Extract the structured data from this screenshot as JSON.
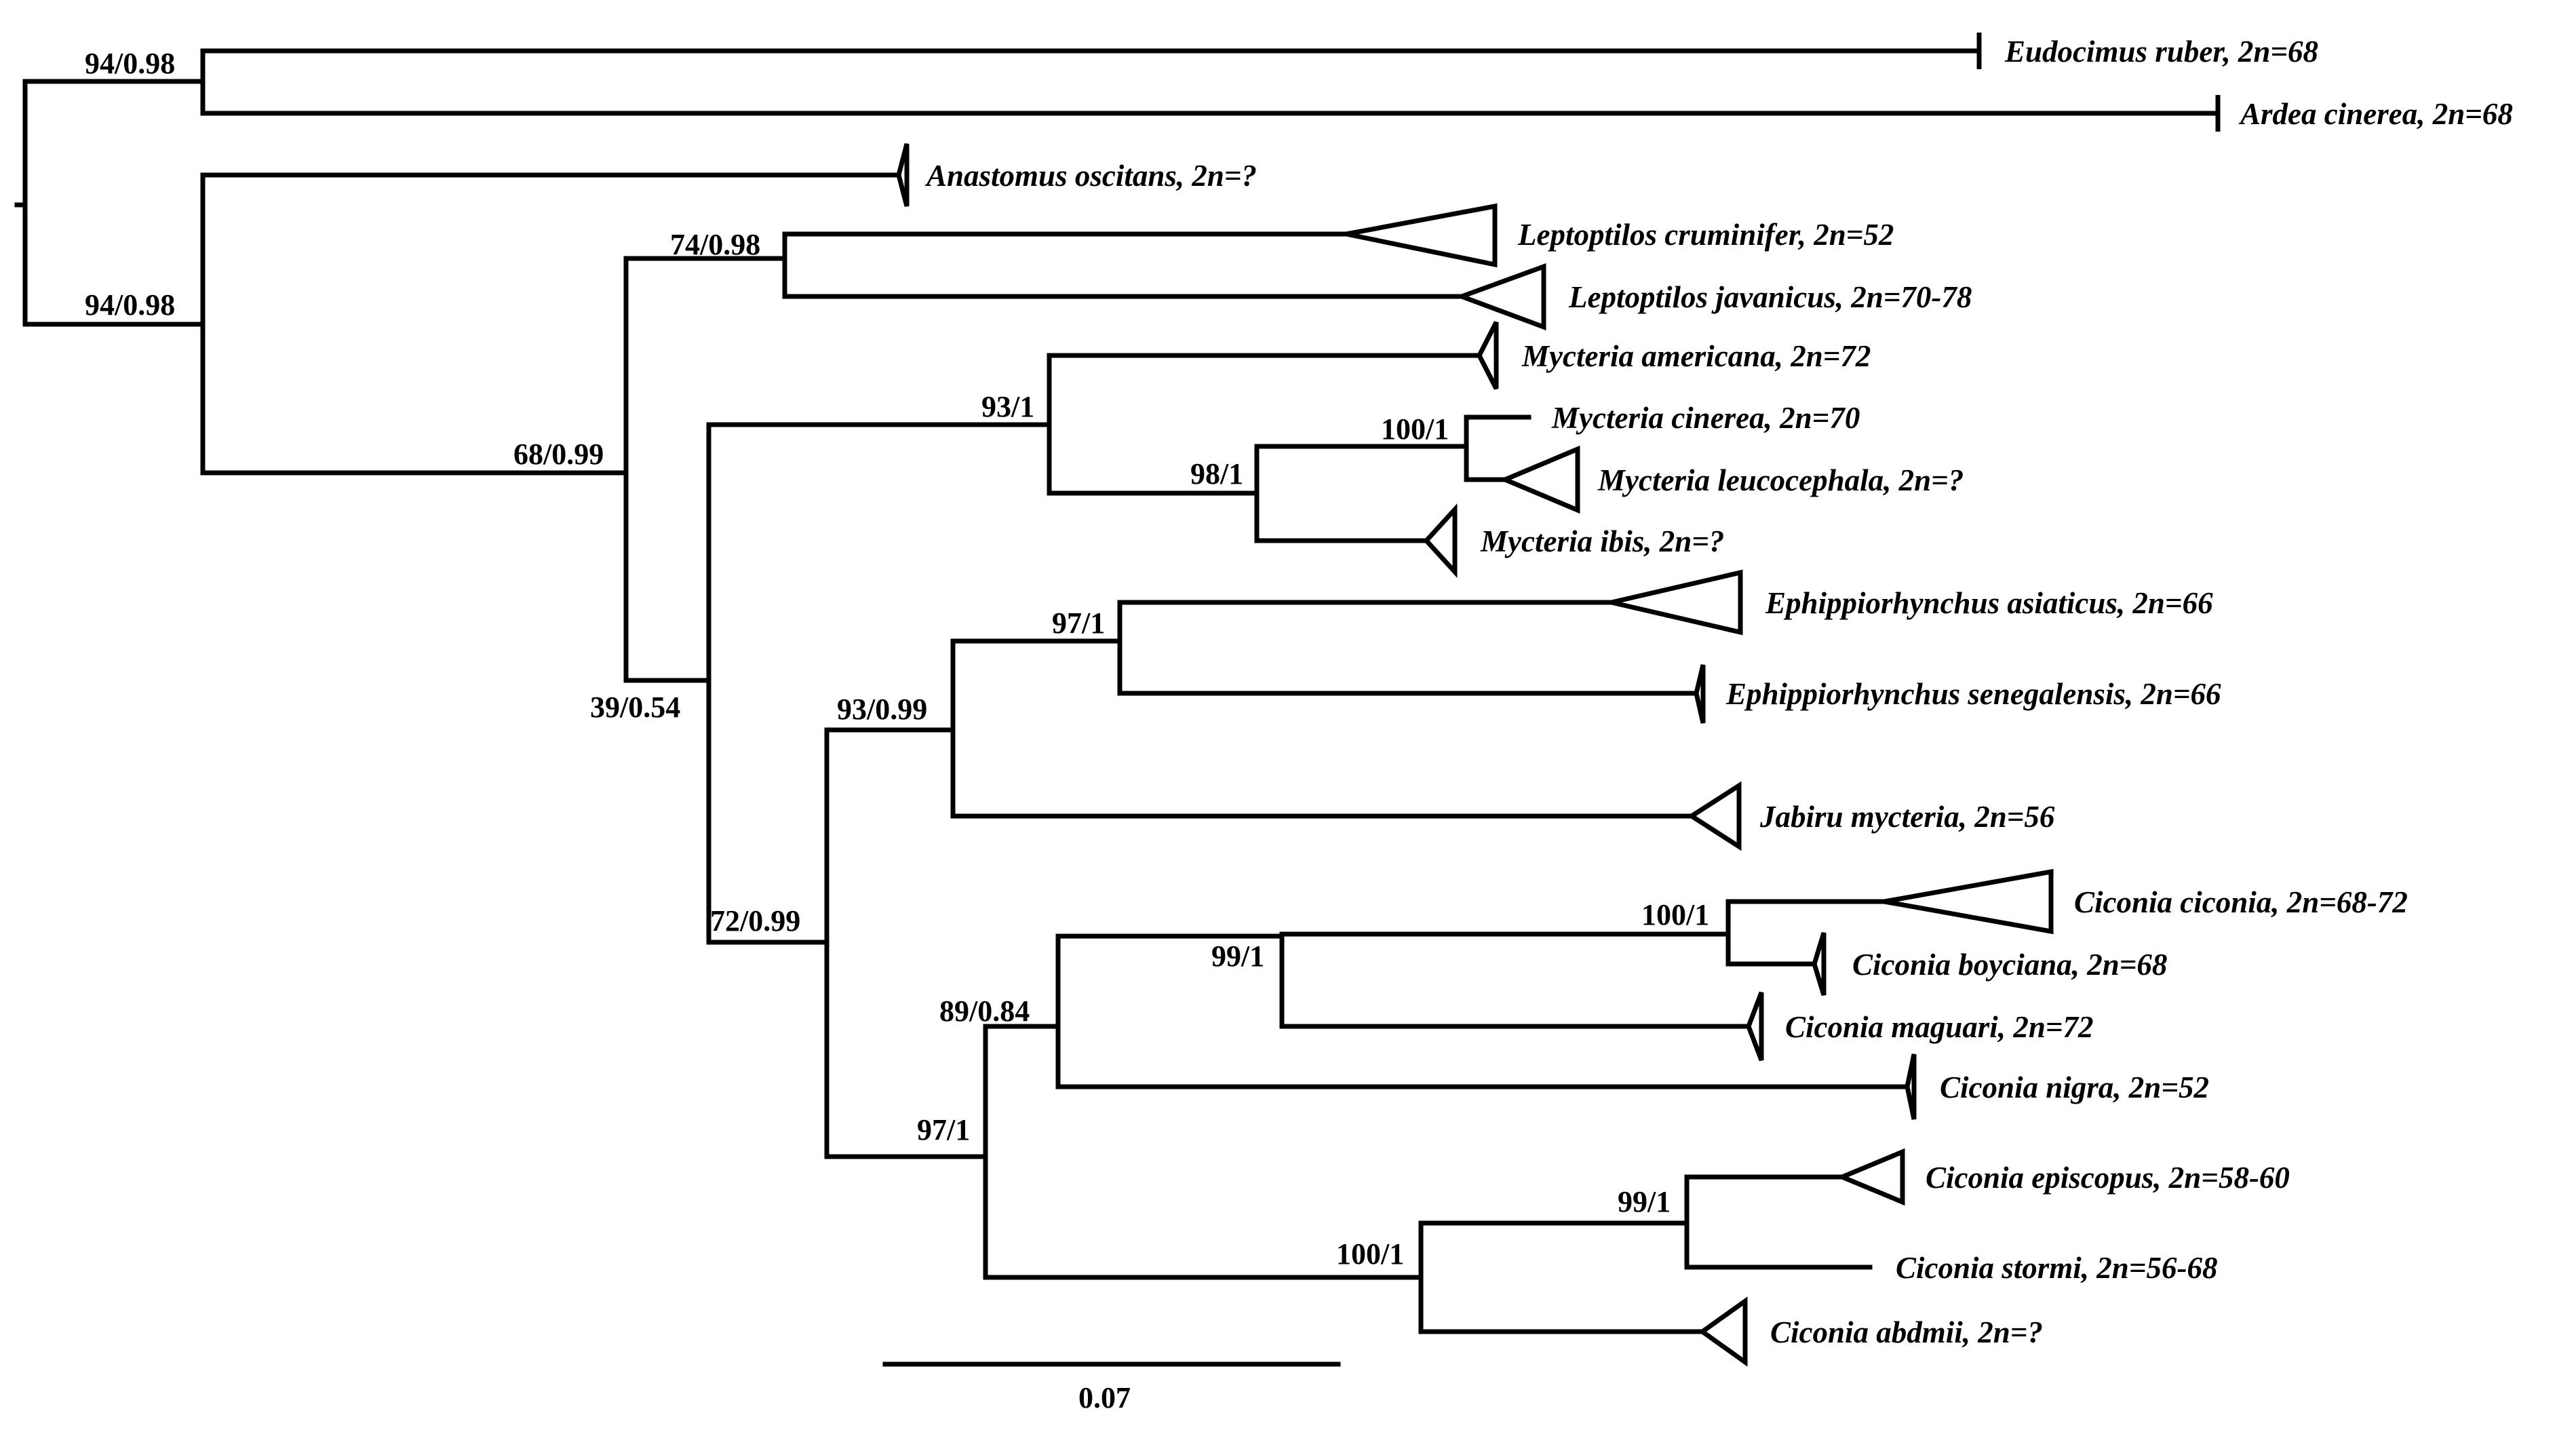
{
  "taxa": [
    "Eudocimus ruber, 2n=68",
    "Ardea cinerea, 2n=68",
    "Anastomus oscitans, 2n=?",
    "Leptoptilos cruminifer, 2n=52",
    "Leptoptilos javanicus, 2n=70-78",
    "Mycteria americana, 2n=72",
    "Mycteria cinerea, 2n=70",
    "Mycteria leucocephala, 2n=?",
    "Mycteria ibis, 2n=?",
    "Ephippiorhynchus asiaticus, 2n=66",
    "Ephippiorhynchus senegalensis, 2n=66",
    "Jabiru mycteria, 2n=56",
    "Ciconia ciconia, 2n=68-72",
    "Ciconia boyciana, 2n=68",
    "Ciconia maguari, 2n=72",
    "Ciconia nigra, 2n=52",
    "Ciconia episcopus, 2n=58-60",
    "Ciconia stormi, 2n=56-68",
    "Ciconia abdmii, 2n=?"
  ],
  "support": {
    "outgroup": "94/0.98",
    "ingroup": "94/0.98",
    "leptoptilos_storks": "68/0.99",
    "leptoptilos": "74/0.98",
    "core": "39/0.54",
    "mycteria": "93/1",
    "mycteria_sub": "98/1",
    "mycteria_cin_leu": "100/1",
    "ciconia_group": "72/0.99",
    "eph_jab": "93/0.99",
    "ephippiorhynchus": "97/1",
    "ciconia": "97/1",
    "ciconia_a": "89/0.84",
    "ciconia_b": "99/1",
    "ciconia_cb": "100/1",
    "ciconia_c": "100/1",
    "ciconia_es": "99/1"
  },
  "scale_bar": "0.07"
}
